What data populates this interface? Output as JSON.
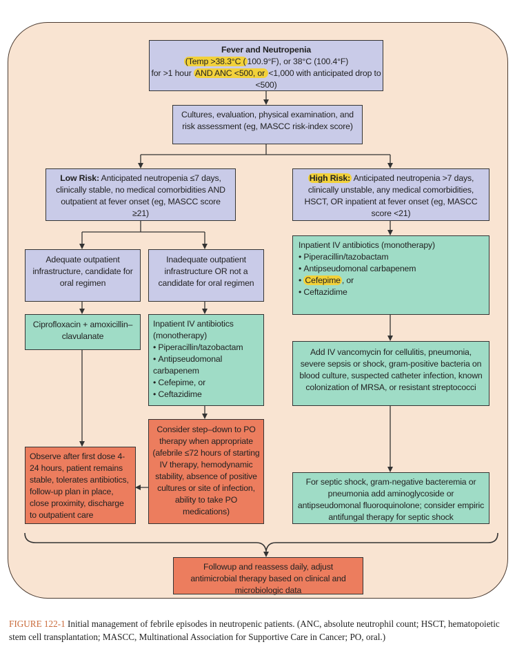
{
  "top": {
    "title": "Fever and Neutropenia",
    "line1_a": "(Temp >38.3°C (",
    "line1_b": "100.9°F), or 38°C (100.4°F)",
    "line2_a": "for >1 hour ",
    "line2_b": "AND ANC <500, or ",
    "line2_c": "<1,000 with anticipated drop to <500)"
  },
  "assess": {
    "text": "Cultures, evaluation, physical examination, and risk assessment (eg, MASCC risk-index score)"
  },
  "low_risk": {
    "label": "Low Risk:",
    "text": " Anticipated neutropenia ≤7 days, clinically stable, no medical comorbidities AND outpatient at fever onset (eg, MASCC score ≥21)"
  },
  "high_risk": {
    "label": "High Risk:",
    "text": " Anticipated neutropenia >7 days, clinically unstable, any medical comorbidities, HSCT, OR inpatient at fever onset (eg, MASCC score <21)"
  },
  "adequate": {
    "text": "Adequate outpatient infrastructure, candidate for oral regimen"
  },
  "inadequate": {
    "text": "Inadequate outpatient infrastructure OR not a candidate for oral regimen"
  },
  "oral": {
    "text": "Ciprofloxacin + amoxicillin–clavulanate"
  },
  "inpatient_low": {
    "title": "Inpatient IV antibiotics (monotherapy)",
    "items": [
      "Piperacillin/tazobactam",
      "Antipseudomonal carbapenem",
      "Cefepime, or",
      "Ceftazidime"
    ]
  },
  "inpatient_high": {
    "title": "Inpatient IV antibiotics (monotherapy)",
    "items": [
      "Piperacillin/tazobactam",
      "Antipseudomonal carbapenem",
      "Cefepime",
      ", or",
      "Ceftazidime"
    ]
  },
  "stepdown": {
    "text": "Consider step–down to PO therapy when appropriate (afebrile ≤72 hours of starting IV therapy, hemodynamic stability, absence of positive cultures or site of infection, ability to take PO medications)"
  },
  "observe": {
    "text": "Observe after first dose 4-24 hours, patient remains stable, tolerates antibiotics, follow-up plan in place, close proximity, discharge to outpatient care"
  },
  "vanco": {
    "text": "Add IV vancomycin for cellulitis, pneumonia, severe sepsis or shock, gram-positive bacteria on blood culture, suspected catheter infection, known colonization of MRSA, or resistant streptococci"
  },
  "septic": {
    "text": "For septic shock, gram-negative bacteremia or pneumonia add aminoglycoside or antipseudomonal fluoroquinolone; consider empiric antifungal therapy for septic shock"
  },
  "followup": {
    "text": "Followup and reassess daily, adjust antimicrobial therapy based on clinical and microbiologic data"
  },
  "caption": {
    "label": "FIGURE 122-1",
    "text": "  Initial management of febrile episodes in neutropenic patients. (ANC, absolute neutrophil count; HSCT, hematopoietic stem cell transplantation; MASCC, Multinational Association for Supportive Care in Cancer; PO, oral.)"
  },
  "colors": {
    "panel": "#f9e4d2",
    "blue_box": "#c9cbe8",
    "teal_box": "#9fdcc6",
    "red_box": "#ec7d5e",
    "highlight": "#f2d13a",
    "caption_label": "#c96a3a"
  }
}
